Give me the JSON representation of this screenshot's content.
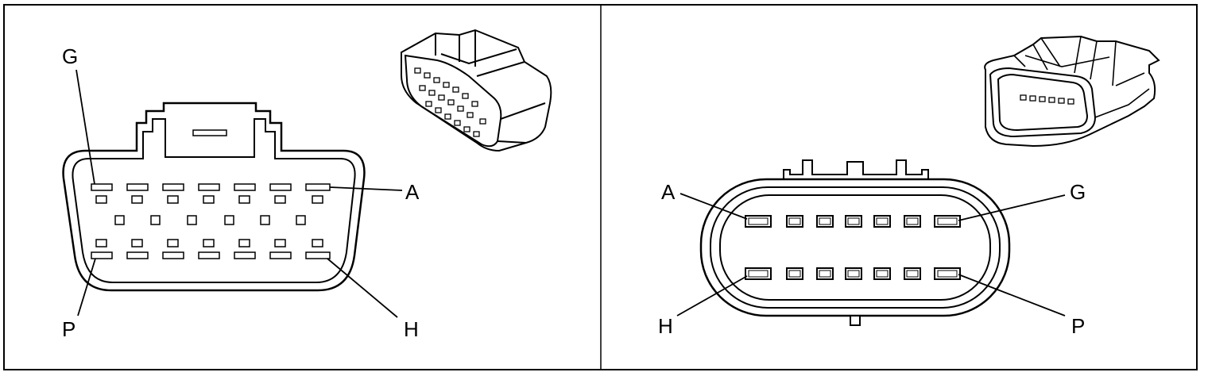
{
  "panels": [
    {
      "id": "left",
      "labels": {
        "top_left": "G",
        "top_right": "A",
        "bottom_left": "P",
        "bottom_right": "H"
      }
    },
    {
      "id": "right",
      "labels": {
        "top_left": "A",
        "top_right": "G",
        "bottom_left": "H",
        "bottom_right": "P"
      }
    }
  ],
  "colors": {
    "line": "#000000",
    "fill": "#ffffff",
    "shade": "#d9d9d9"
  }
}
